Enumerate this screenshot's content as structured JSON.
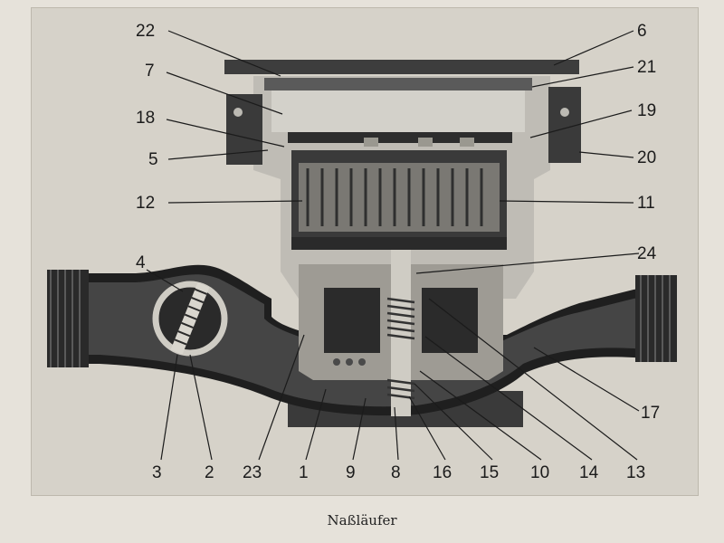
{
  "caption": "Naßläufer",
  "labels": [
    "22",
    "6",
    "7",
    "21",
    "18",
    "19",
    "5",
    "20",
    "12",
    "11",
    "4",
    "24",
    "17",
    "3",
    "2",
    "23",
    "1",
    "9",
    "8",
    "16",
    "15",
    "10",
    "14",
    "13"
  ],
  "colors": {
    "ink": "#1b1b1b",
    "metal_dark": "#2c2c2c",
    "metal_mid": "#6f6f6f",
    "metal_light": "#b8b6b0",
    "paper": "#d6d2c9"
  }
}
